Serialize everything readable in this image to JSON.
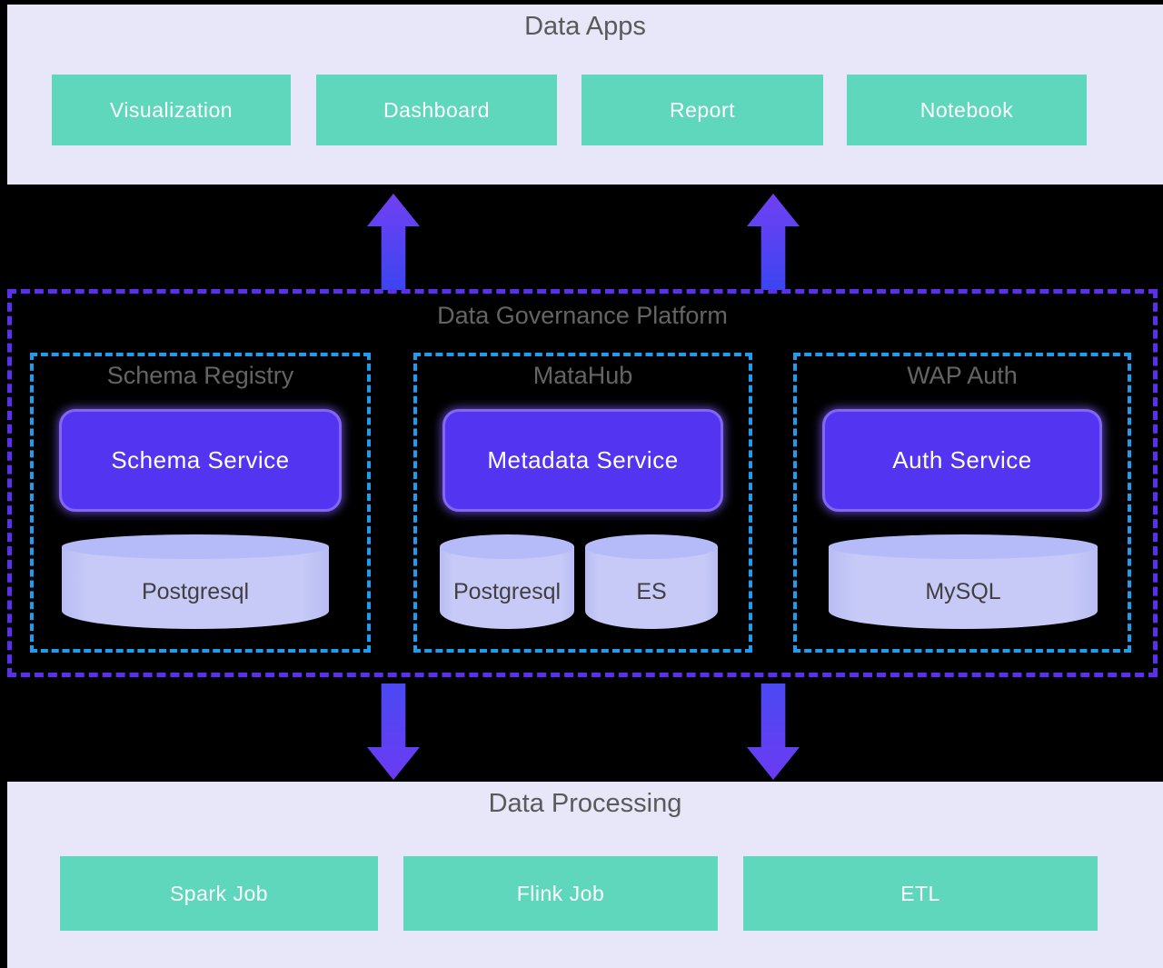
{
  "colors": {
    "background": "#000000",
    "panel_bg": "#e7e7f9",
    "title_gray": "#5a5a5a",
    "dark_title_gray": "#646464",
    "green": "#5ed7bc",
    "service_purple": "#5334f1",
    "service_border": "#8466f7",
    "outer_dash": "#5b2ef0",
    "inner_dash": "#1e9cf0",
    "cylinder_body": "#c7caf7",
    "cylinder_top": "#b5bbf8",
    "cylinder_text": "#404040",
    "arrow_up_top": "#7140f3",
    "arrow_up_bottom": "#3b45f0",
    "arrow_down_top": "#4a49f3",
    "arrow_down_bottom": "#6b3bf1"
  },
  "data_apps": {
    "title": "Data Apps",
    "items": [
      "Visualization",
      "Dashboard",
      "Report",
      "Notebook"
    ]
  },
  "platform": {
    "title": "Data Governance Platform",
    "groups": [
      {
        "title": "Schema Registry",
        "service": "Schema Service",
        "stores": [
          "Postgresql"
        ]
      },
      {
        "title": "MataHub",
        "service": "Metadata Service",
        "stores": [
          "Postgresql",
          "ES"
        ]
      },
      {
        "title": "WAP Auth",
        "service": "Auth Service",
        "stores": [
          "MySQL"
        ]
      }
    ]
  },
  "data_processing": {
    "title": "Data Processing",
    "items": [
      "Spark Job",
      "Flink Job",
      "ETL"
    ]
  }
}
